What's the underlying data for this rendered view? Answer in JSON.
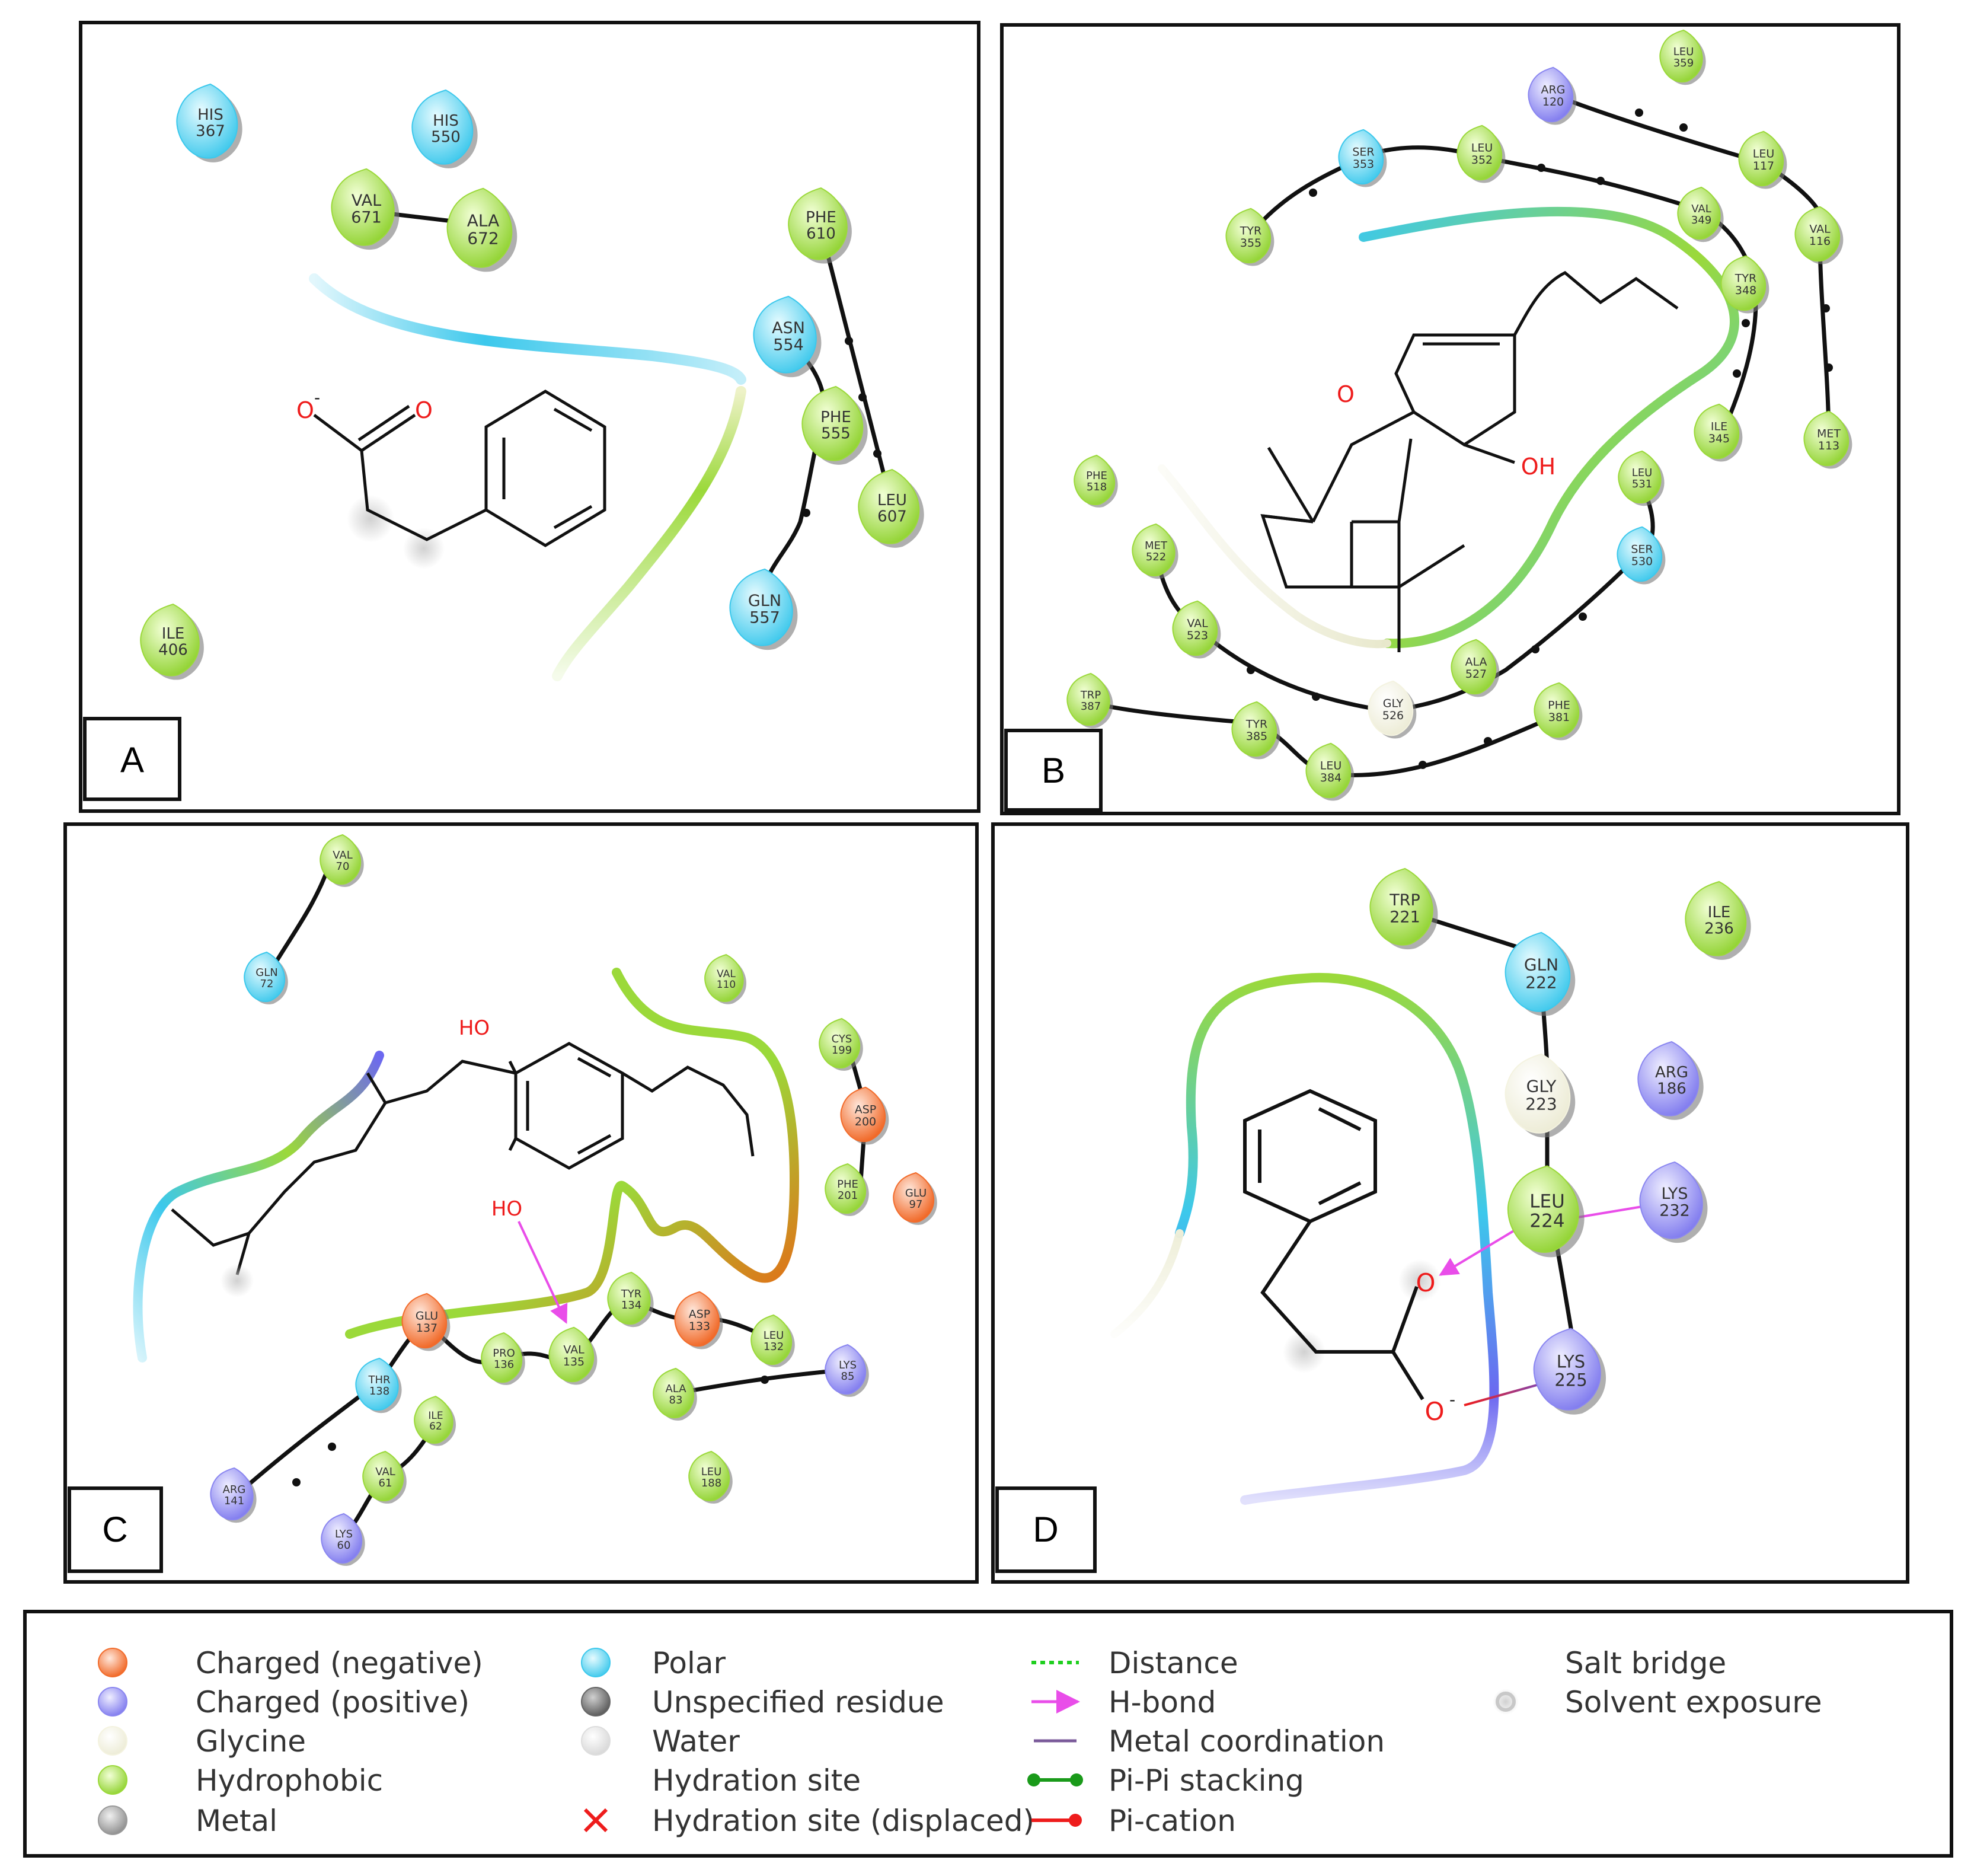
{
  "colors": {
    "negative": "#f26c2c",
    "positive": "#8a86f0",
    "glycine": "#f4f3e0",
    "hydrophobic": "#9bd93a",
    "metal": "#9a9a9a",
    "polar": "#3cc8ec",
    "unspecified": "#666666",
    "water": "#dddddd",
    "hbond": "#e94de9",
    "heteroatom": "#ee1c1c"
  },
  "panels": [
    {
      "letter": "A",
      "residues": [
        {
          "name": "HIS",
          "num": "367",
          "type": "polar"
        },
        {
          "name": "HIS",
          "num": "550",
          "type": "polar"
        },
        {
          "name": "VAL",
          "num": "671",
          "type": "hydrophobic"
        },
        {
          "name": "ALA",
          "num": "672",
          "type": "hydrophobic"
        },
        {
          "name": "PHE",
          "num": "610",
          "type": "hydrophobic"
        },
        {
          "name": "ASN",
          "num": "554",
          "type": "polar"
        },
        {
          "name": "PHE",
          "num": "555",
          "type": "hydrophobic"
        },
        {
          "name": "LEU",
          "num": "607",
          "type": "hydrophobic"
        },
        {
          "name": "GLN",
          "num": "557",
          "type": "polar"
        },
        {
          "name": "ILE",
          "num": "406",
          "type": "hydrophobic"
        }
      ],
      "atoms": [
        {
          "label": "O",
          "charge": "-"
        },
        {
          "label": "O",
          "charge": ""
        }
      ]
    },
    {
      "letter": "B",
      "residues": [
        {
          "name": "ARG",
          "num": "120",
          "type": "positive"
        },
        {
          "name": "LEU",
          "num": "359",
          "type": "hydrophobic"
        },
        {
          "name": "SER",
          "num": "353",
          "type": "polar"
        },
        {
          "name": "LEU",
          "num": "352",
          "type": "hydrophobic"
        },
        {
          "name": "LEU",
          "num": "117",
          "type": "hydrophobic"
        },
        {
          "name": "VAL",
          "num": "349",
          "type": "hydrophobic"
        },
        {
          "name": "VAL",
          "num": "116",
          "type": "hydrophobic"
        },
        {
          "name": "TYR",
          "num": "355",
          "type": "hydrophobic"
        },
        {
          "name": "TYR",
          "num": "348",
          "type": "hydrophobic"
        },
        {
          "name": "ILE",
          "num": "345",
          "type": "hydrophobic"
        },
        {
          "name": "MET",
          "num": "113",
          "type": "hydrophobic"
        },
        {
          "name": "PHE",
          "num": "518",
          "type": "hydrophobic"
        },
        {
          "name": "LEU",
          "num": "531",
          "type": "hydrophobic"
        },
        {
          "name": "MET",
          "num": "522",
          "type": "hydrophobic"
        },
        {
          "name": "SER",
          "num": "530",
          "type": "polar"
        },
        {
          "name": "VAL",
          "num": "523",
          "type": "hydrophobic"
        },
        {
          "name": "ALA",
          "num": "527",
          "type": "hydrophobic"
        },
        {
          "name": "GLY",
          "num": "526",
          "type": "glycine"
        },
        {
          "name": "TRP",
          "num": "387",
          "type": "hydrophobic"
        },
        {
          "name": "TYR",
          "num": "385",
          "type": "hydrophobic"
        },
        {
          "name": "PHE",
          "num": "381",
          "type": "hydrophobic"
        },
        {
          "name": "LEU",
          "num": "384",
          "type": "hydrophobic"
        }
      ],
      "atoms": [
        {
          "label": "O",
          "charge": ""
        },
        {
          "label": "OH",
          "charge": ""
        }
      ]
    },
    {
      "letter": "C",
      "residues": [
        {
          "name": "VAL",
          "num": "70",
          "type": "hydrophobic"
        },
        {
          "name": "GLN",
          "num": "72",
          "type": "polar"
        },
        {
          "name": "VAL",
          "num": "110",
          "type": "hydrophobic"
        },
        {
          "name": "CYS",
          "num": "199",
          "type": "hydrophobic"
        },
        {
          "name": "ASP",
          "num": "200",
          "type": "negative"
        },
        {
          "name": "PHE",
          "num": "201",
          "type": "hydrophobic"
        },
        {
          "name": "GLU",
          "num": "97",
          "type": "negative"
        },
        {
          "name": "GLU",
          "num": "137",
          "type": "negative"
        },
        {
          "name": "PRO",
          "num": "136",
          "type": "hydrophobic"
        },
        {
          "name": "VAL",
          "num": "135",
          "type": "hydrophobic"
        },
        {
          "name": "TYR",
          "num": "134",
          "type": "hydrophobic"
        },
        {
          "name": "ASP",
          "num": "133",
          "type": "negative"
        },
        {
          "name": "LEU",
          "num": "132",
          "type": "hydrophobic"
        },
        {
          "name": "THR",
          "num": "138",
          "type": "polar"
        },
        {
          "name": "LYS",
          "num": "85",
          "type": "positive"
        },
        {
          "name": "ALA",
          "num": "83",
          "type": "hydrophobic"
        },
        {
          "name": "ILE",
          "num": "62",
          "type": "hydrophobic"
        },
        {
          "name": "LEU",
          "num": "188",
          "type": "hydrophobic"
        },
        {
          "name": "ARG",
          "num": "141",
          "type": "positive"
        },
        {
          "name": "VAL",
          "num": "61",
          "type": "hydrophobic"
        },
        {
          "name": "LYS",
          "num": "60",
          "type": "positive"
        }
      ],
      "atoms": [
        {
          "label": "HO",
          "charge": ""
        },
        {
          "label": "HO",
          "charge": ""
        }
      ]
    },
    {
      "letter": "D",
      "residues": [
        {
          "name": "TRP",
          "num": "221",
          "type": "hydrophobic"
        },
        {
          "name": "ILE",
          "num": "236",
          "type": "hydrophobic"
        },
        {
          "name": "GLN",
          "num": "222",
          "type": "polar"
        },
        {
          "name": "GLY",
          "num": "223",
          "type": "glycine"
        },
        {
          "name": "ARG",
          "num": "186",
          "type": "positive"
        },
        {
          "name": "LEU",
          "num": "224",
          "type": "hydrophobic"
        },
        {
          "name": "LYS",
          "num": "232",
          "type": "positive"
        },
        {
          "name": "LYS",
          "num": "225",
          "type": "positive"
        }
      ],
      "atoms": [
        {
          "label": "O",
          "charge": ""
        },
        {
          "label": "O",
          "charge": "-"
        }
      ]
    }
  ],
  "legend": {
    "col1": [
      {
        "label": "Charged (negative)",
        "icon": "negative"
      },
      {
        "label": "Charged (positive)",
        "icon": "positive"
      },
      {
        "label": "Glycine",
        "icon": "glycine"
      },
      {
        "label": "Hydrophobic",
        "icon": "hydrophobic"
      },
      {
        "label": "Metal",
        "icon": "metal"
      }
    ],
    "col2": [
      {
        "label": "Polar",
        "icon": "polar"
      },
      {
        "label": "Unspecified residue",
        "icon": "unspecified"
      },
      {
        "label": "Water",
        "icon": "water"
      },
      {
        "label": "Hydration site",
        "icon": "none"
      },
      {
        "label": "Hydration site (displaced)",
        "icon": "red-x"
      }
    ],
    "col3": [
      {
        "label": "Distance",
        "icon": "green-dotted-line"
      },
      {
        "label": "H-bond",
        "icon": "magenta-arrow"
      },
      {
        "label": "Metal coordination",
        "icon": "purple-line"
      },
      {
        "label": "Pi-Pi stacking",
        "icon": "green-dumbbell"
      },
      {
        "label": "Pi-cation",
        "icon": "red-line-dot"
      }
    ],
    "col4": [
      {
        "label": "Salt bridge",
        "icon": "red-blue-line"
      },
      {
        "label": "Solvent exposure",
        "icon": "grey-ring"
      }
    ]
  }
}
